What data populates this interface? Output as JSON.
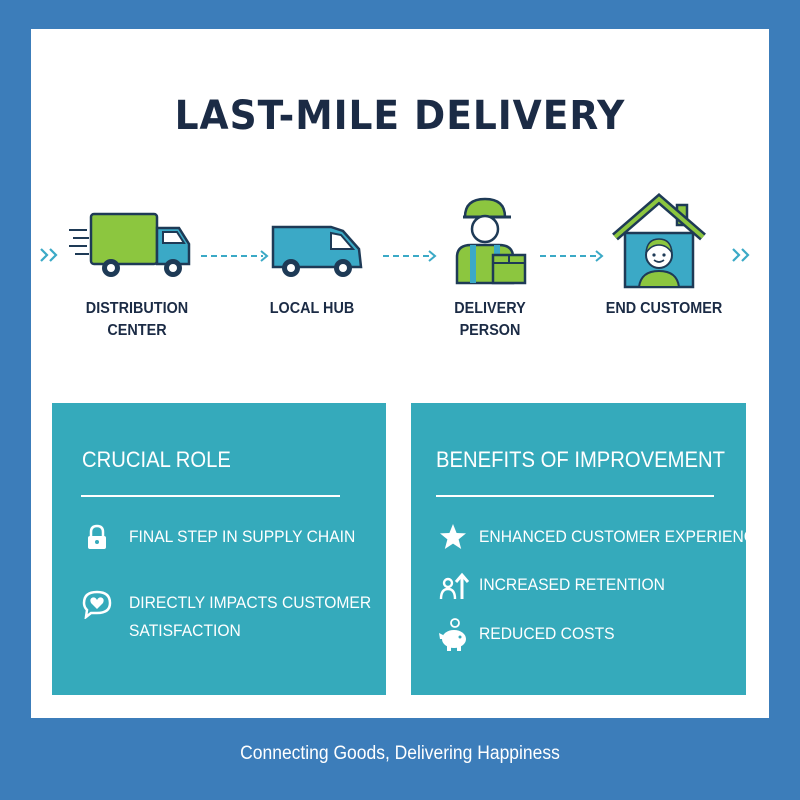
{
  "title": "LAST-MILE DELIVERY",
  "flow": {
    "lead_in_icon": "double-chevron-right-icon",
    "lead_out_icon": "double-chevron-right-icon",
    "connector_icon": "dashed-arrow-right-icon",
    "nodes": [
      {
        "icon": "delivery-truck-icon",
        "label_line1": "DISTRIBUTION",
        "label_line2": "CENTER"
      },
      {
        "icon": "delivery-van-icon",
        "label_line1": "LOCAL HUB",
        "label_line2": ""
      },
      {
        "icon": "delivery-person-icon",
        "label_line1": "DELIVERY",
        "label_line2": "PERSON"
      },
      {
        "icon": "customer-home-icon",
        "label_line1": "END CUSTOMER",
        "label_line2": ""
      }
    ]
  },
  "panels": {
    "crucial_role": {
      "title": "CRUCIAL ROLE",
      "items": [
        {
          "icon": "lock-icon",
          "line1": "FINAL STEP IN SUPPLY CHAIN",
          "line2": ""
        },
        {
          "icon": "heart-speech-bubble-icon",
          "line1": "DIRECTLY IMPACTS CUSTOMER",
          "line2": "SATISFACTION"
        }
      ]
    },
    "benefits": {
      "title": "BENEFITS OF IMPROVEMENT",
      "items": [
        {
          "icon": "star-icon",
          "line1": "ENHANCED CUSTOMER EXPERIENCE"
        },
        {
          "icon": "person-up-arrow-icon",
          "line1": "INCREASED RETENTION"
        },
        {
          "icon": "piggy-bank-icon",
          "line1": "REDUCED COSTS"
        }
      ]
    }
  },
  "tagline": "Connecting Goods, Delivering Happiness",
  "colors": {
    "background": "#3C7DBA",
    "card": "#FFFFFF",
    "title_text": "#1B2B45",
    "panel": "#35AABB",
    "icon_teal": "#3BA9C6",
    "icon_green": "#8CC63F",
    "icon_outline": "#1E3A56"
  }
}
